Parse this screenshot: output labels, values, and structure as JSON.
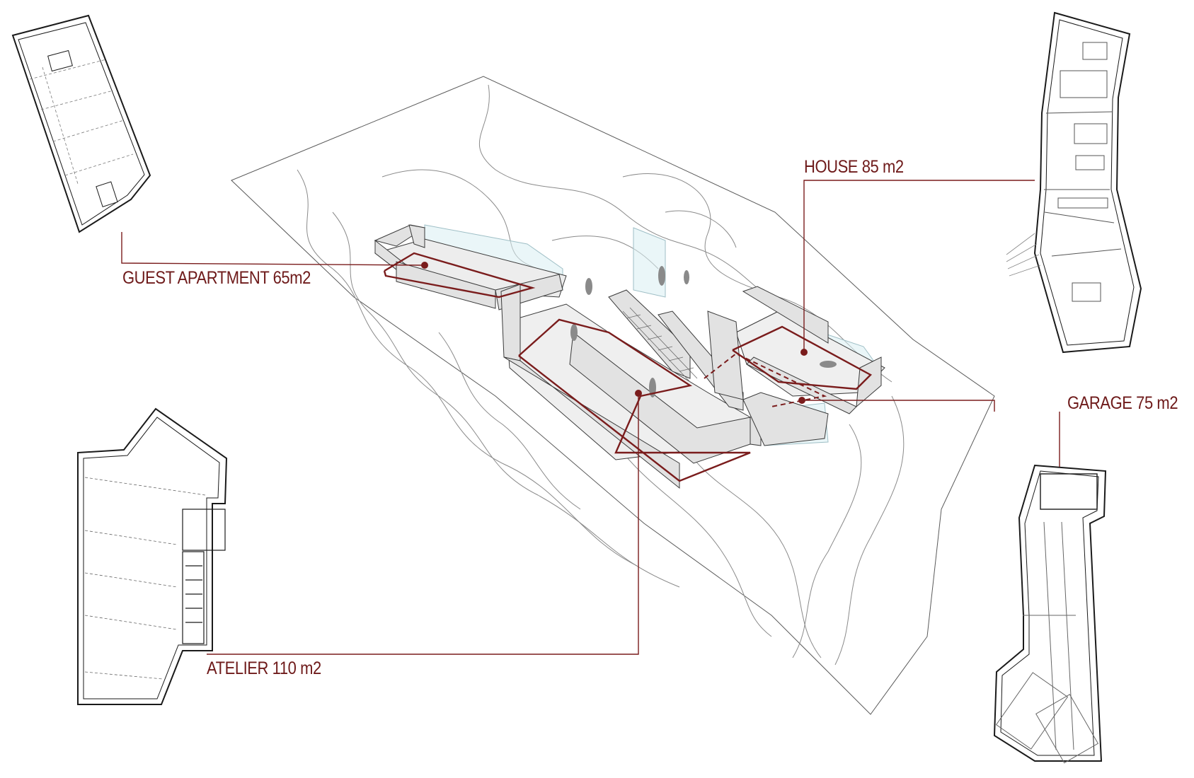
{
  "diagram": {
    "labels": {
      "guest_apartment": "GUEST APARTMENT 65m2",
      "house": "HOUSE 85 m2",
      "garage": "GARAGE 75 m2",
      "atelier": "ATELIER 110 m2"
    },
    "colors": {
      "leader": "#7a1c1c",
      "wall_fill": "#e2e2e2",
      "wall_stroke": "#3a3a3a",
      "glass": "#d9eef2",
      "contour": "#8a8a8a",
      "plan_line": "#1a1a1a"
    }
  }
}
